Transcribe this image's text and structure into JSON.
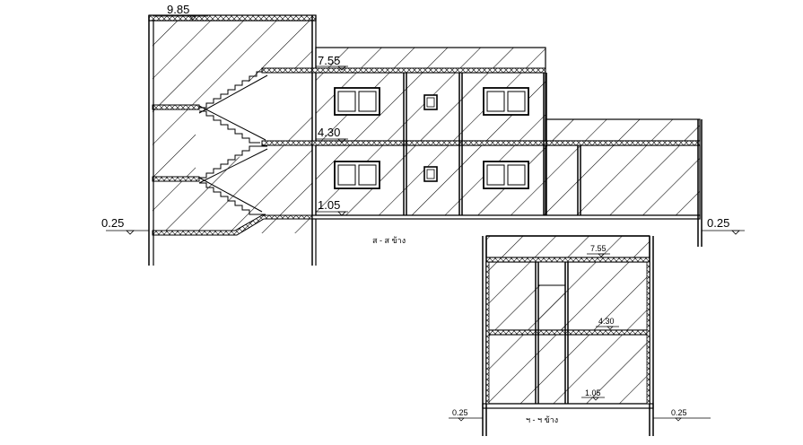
{
  "section_a": {
    "levels": {
      "roof": "9.85",
      "upper": "7.55",
      "middle": "4.30",
      "lower": "1.05",
      "ground_left": "0.25",
      "ground_right": "0.25"
    },
    "caption": "ส - ส ข้าง"
  },
  "section_b": {
    "levels": {
      "upper": "7.55",
      "middle": "4.30",
      "lower": "1.05",
      "ground_left": "0.25",
      "ground_right": "0.25"
    },
    "caption": "ฯ - ฯ ข้าง"
  }
}
